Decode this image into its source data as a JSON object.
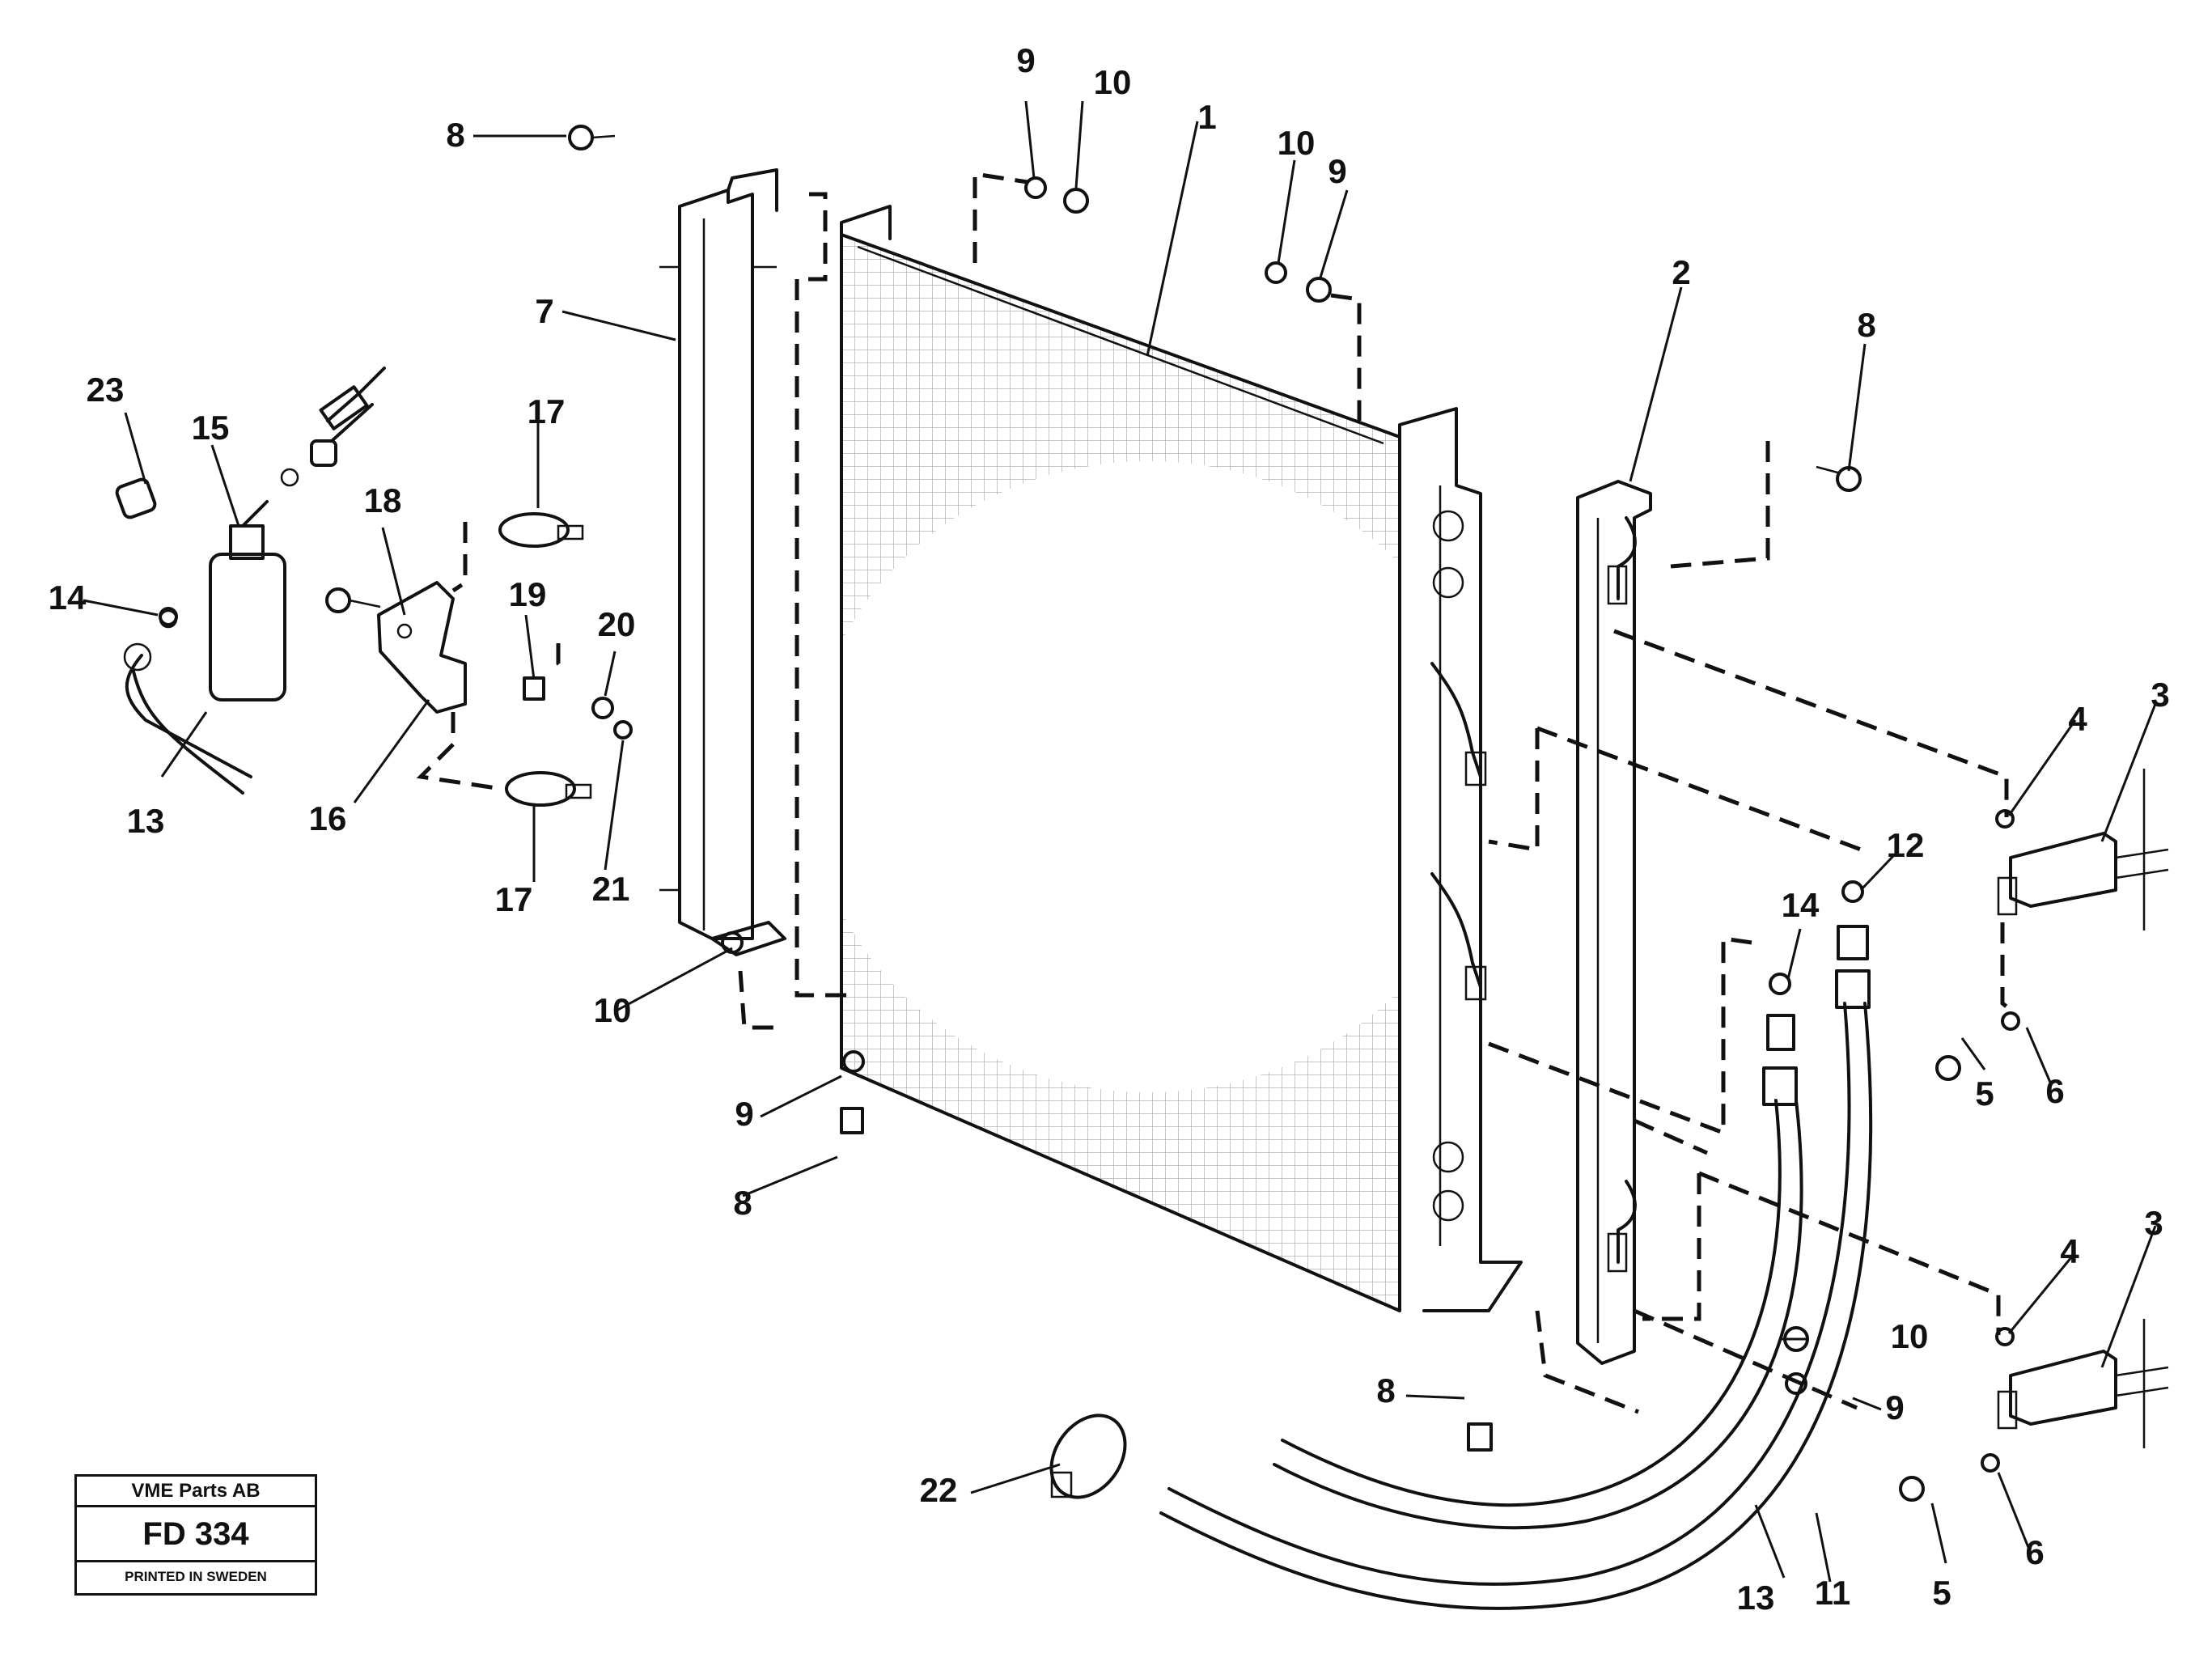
{
  "title_block": {
    "company": "VME Parts AB",
    "code": "FD 334",
    "printed": "PRINTED IN SWEDEN"
  },
  "callouts": {
    "c1": "1",
    "c2": "2",
    "c3a": "3",
    "c3b": "3",
    "c4a": "4",
    "c4b": "4",
    "c5a": "5",
    "c5b": "5",
    "c6a": "6",
    "c6b": "6",
    "c7": "7",
    "c8a": "8",
    "c8b": "8",
    "c8c": "8",
    "c8d": "8",
    "c9a": "9",
    "c9b": "9",
    "c9c": "9",
    "c9d": "9",
    "c10a": "10",
    "c10b": "10",
    "c10c": "10",
    "c10d": "10",
    "c11": "11",
    "c12": "12",
    "c13a": "13",
    "c13b": "13",
    "c14a": "14",
    "c14b": "14",
    "c15": "15",
    "c16": "16",
    "c17a": "17",
    "c17b": "17",
    "c18": "18",
    "c19": "19",
    "c20": "20",
    "c21": "21",
    "c22": "22",
    "c23": "23"
  }
}
